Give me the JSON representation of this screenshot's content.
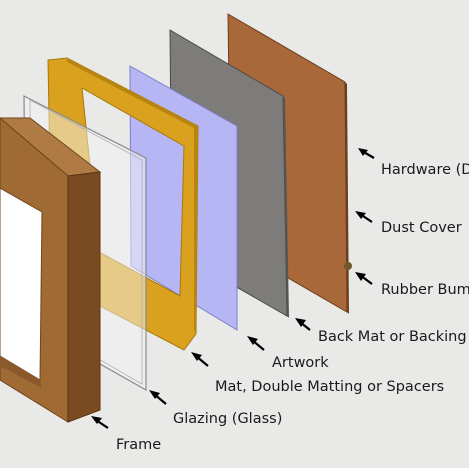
{
  "labels": {
    "hardware": "Hardware (D",
    "dust_cover": "Dust Cover",
    "rubber_bumpers": "Rubber Bum",
    "back_mat": "Back Mat or Backing E",
    "artwork": "Artwork",
    "mat": "Mat, Double Matting or Spacers",
    "glazing": "Glazing (Glass)",
    "frame": "Frame"
  },
  "colors": {
    "background": "#e9e9e8",
    "dust_cover": "#a8683a",
    "back_mat": "#7d7c7a",
    "artwork": "#b6b6f4",
    "mat": "#d9a11d",
    "glazing": "#f2f2f2",
    "frame": "#9b6737",
    "bumper": "#6e5a2a"
  }
}
